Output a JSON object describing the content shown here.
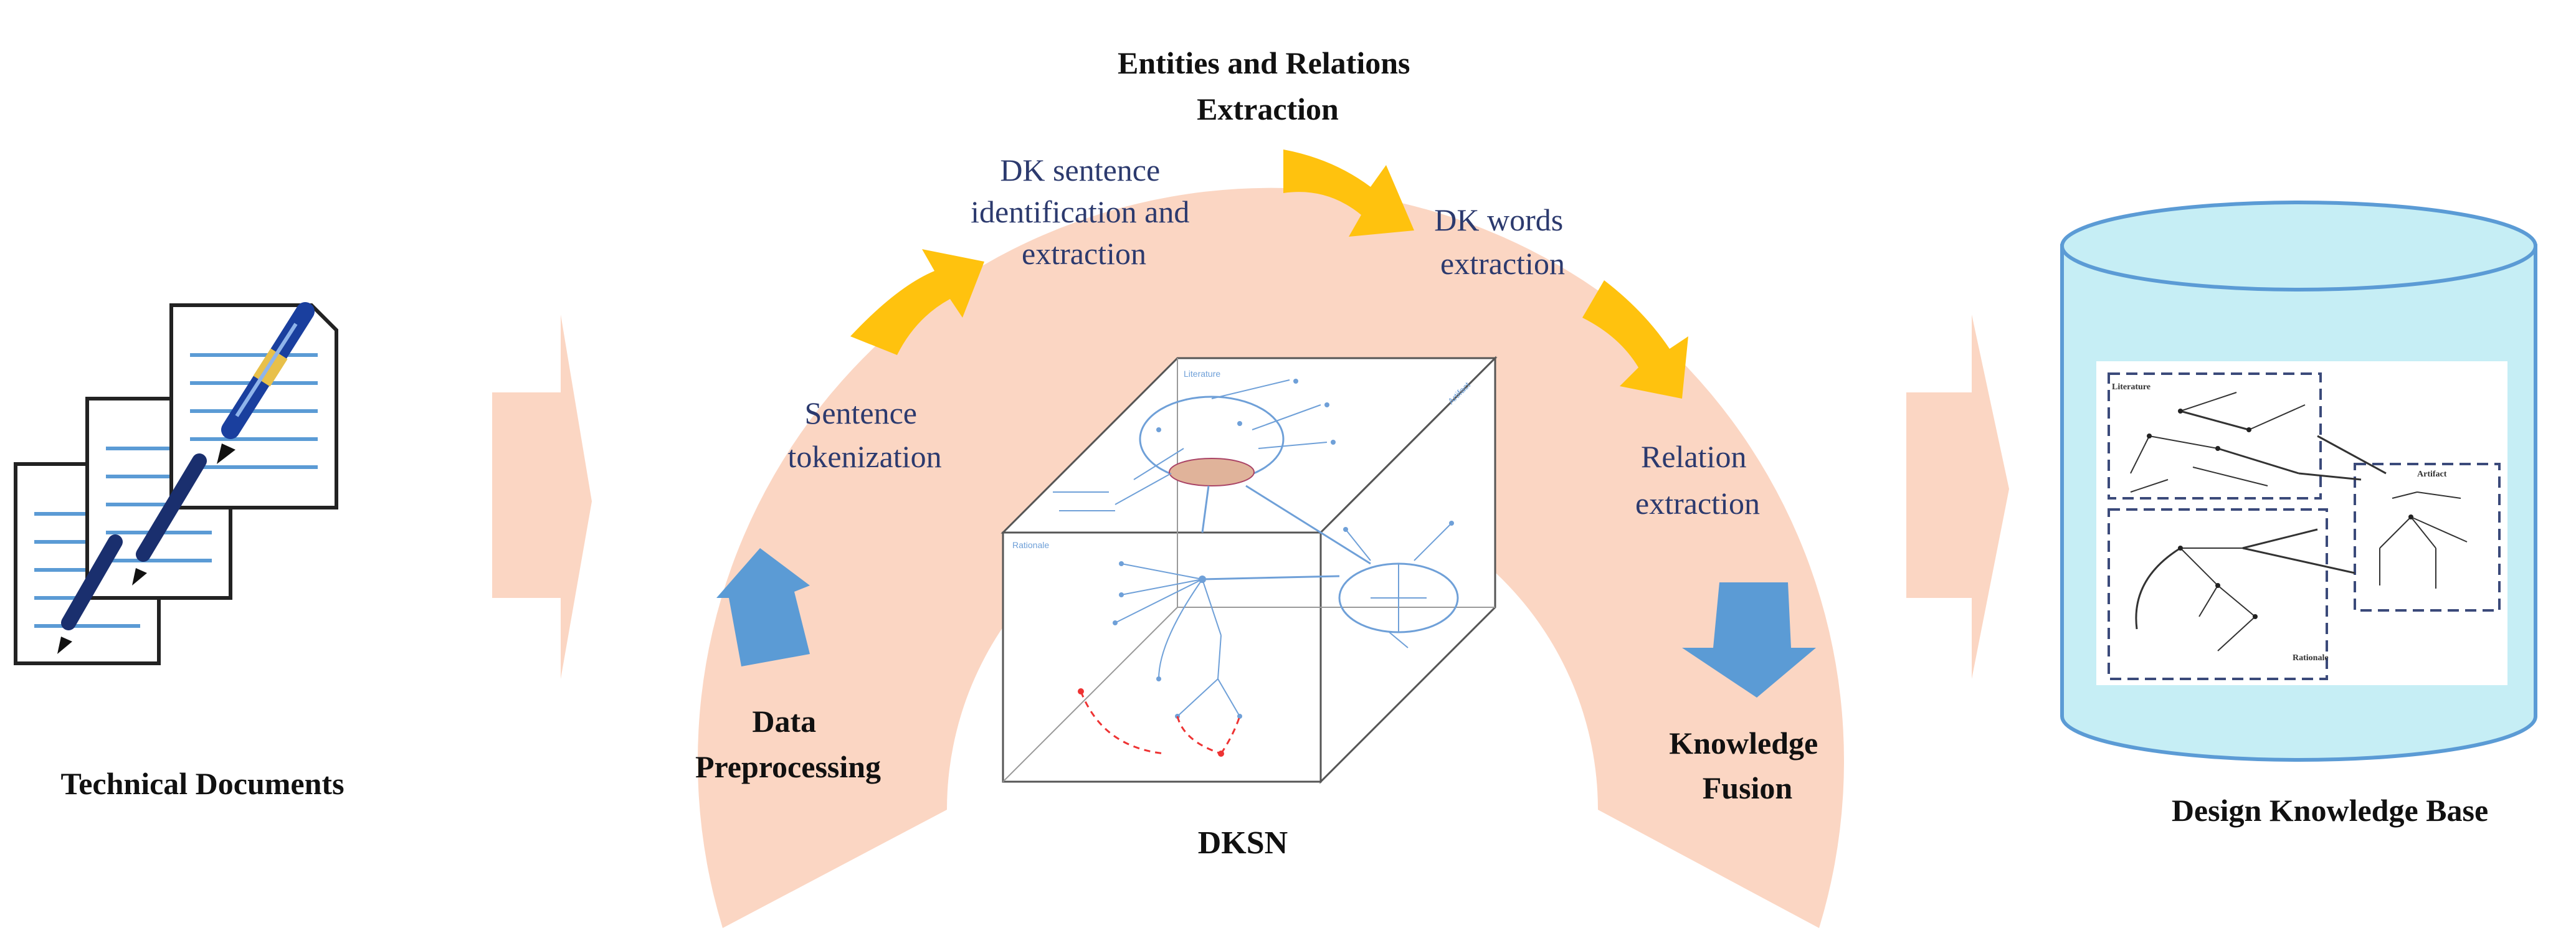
{
  "diagram": {
    "input_label": "Technical Documents",
    "output_label": "Design Knowledge Base",
    "center_label": "DKSN",
    "steps": {
      "data_preprocessing": [
        "Data",
        "Preprocessing"
      ],
      "sentence_tokenization": [
        "Sentence",
        "tokenization"
      ],
      "entities_relations": [
        "Entities and Relations",
        "Extraction"
      ],
      "dk_sentence": [
        "DK sentence",
        "identification and",
        "extraction"
      ],
      "dk_words": [
        "DK words",
        "extraction"
      ],
      "relation_extraction": [
        "Relation",
        "extraction"
      ],
      "knowledge_fusion": [
        "Knowledge",
        "Fusion"
      ]
    },
    "kb_panels": [
      "Literature",
      "Artifact",
      "Rationale"
    ],
    "colors": {
      "arc": "#fbd6c3",
      "flow_arrow": "#fbd6c3",
      "yellow_arrow": "#ffc20e",
      "blue_arrow": "#5b9bd5",
      "cylinder_fill": "#c6eef5",
      "cylinder_stroke": "#5b9bd5",
      "step_text": "#2c3a6e"
    }
  }
}
